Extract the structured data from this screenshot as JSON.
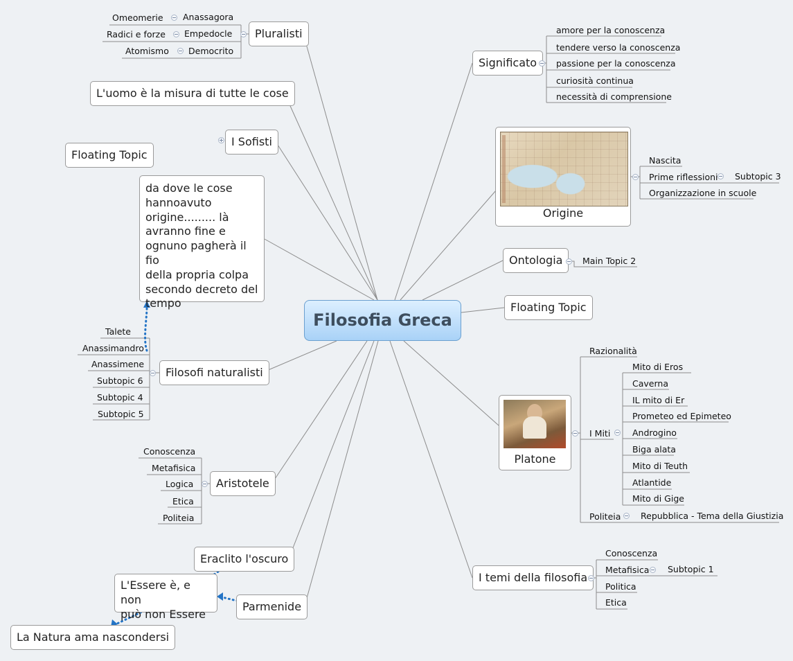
{
  "central": "Filosofia Greca",
  "pluralisti": {
    "label": "Pluralisti",
    "items": [
      {
        "left": "Omeomerie",
        "right": "Anassagora"
      },
      {
        "left": "Radici e forze",
        "right": "Empedocle"
      },
      {
        "left": "Atomismo",
        "right": "Democrito"
      }
    ]
  },
  "uomo_misura": "L'uomo è la misura di tutte le cose",
  "sofisti": "I Sofisti",
  "floating_left": "Floating Topic",
  "quote_lines": [
    "da dove le cose",
    "hannoavuto",
    "origine......... là",
    "avranno fine e",
    "ognuno pagherà il fio",
    "della propria colpa",
    "secondo decreto del",
    "tempo"
  ],
  "naturalisti": {
    "label": "Filosofi naturalisti",
    "items": [
      "Talete",
      "Anassimandro",
      "Anassimene",
      "Subtopic 6",
      "Subtopic 4",
      "Subtopic 5"
    ]
  },
  "aristotele": {
    "label": "Aristotele",
    "items": [
      "Conoscenza",
      "Metafisica",
      "Logica",
      "Etica",
      "Politeia"
    ]
  },
  "eraclito": "Eraclito l'oscuro",
  "essere": [
    "L'Essere è, e non",
    "può non Essere"
  ],
  "parmenide": "Parmenide",
  "natura": "La Natura ama nascondersi",
  "significato": {
    "label": "Significato",
    "items": [
      "amore per la conoscenza",
      "tendere verso la conoscenza",
      "passione per la conoscenza",
      "curiosità continua",
      "necessità di comprensione"
    ]
  },
  "origine": {
    "label": "Origine",
    "items": [
      "Nascita",
      "Prime riflessioni",
      "Organizzazione in scuole"
    ],
    "sub": "Subtopic 3"
  },
  "ontologia": {
    "label": "Ontologia",
    "sub": "Main Topic 2"
  },
  "floating_right": "Floating Topic",
  "platone": {
    "label": "Platone",
    "razionalita": "Razionalità",
    "miti_label": "I Miti",
    "miti": [
      "Mito di Eros",
      "Caverna",
      "IL mito di Er",
      "Prometeo ed Epimeteo",
      "Androgino",
      "Biga alata",
      "Mito di Teuth",
      "Atlantide",
      "Mito di Gige"
    ],
    "politeia": "Politeia",
    "repubblica": "Repubblica - Tema della Giustizia"
  },
  "temi": {
    "label": "I temi della filosofia",
    "items": [
      "Conoscenza",
      "Metafisica",
      "Politica",
      "Etica"
    ],
    "sub": "Subtopic 1"
  }
}
